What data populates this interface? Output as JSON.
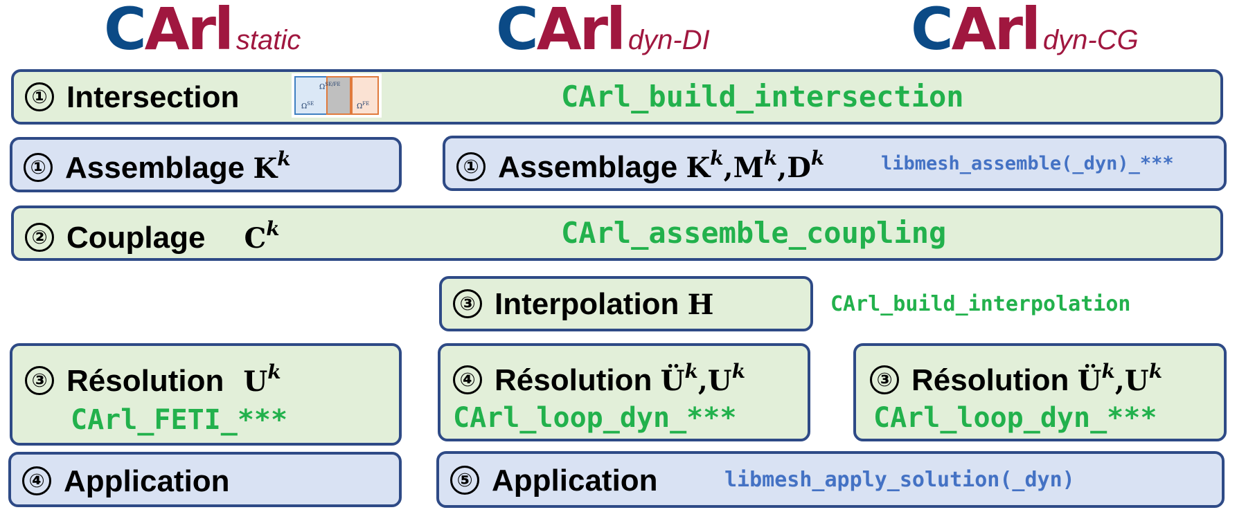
{
  "logos": [
    {
      "c": "C",
      "a": "A",
      "rl": "rl",
      "sub": "static"
    },
    {
      "c": "C",
      "a": "A",
      "rl": "rl",
      "sub": "dyn-DI"
    },
    {
      "c": "C",
      "a": "A",
      "rl": "rl",
      "sub": "dyn-CG"
    }
  ],
  "steps": {
    "intersection": {
      "num": "①",
      "label": "Intersection",
      "code": "CArl_build_intersection",
      "thumb": {
        "omega": "Ω",
        "se": "SE",
        "sefe": "SE/FE",
        "fe": "FE"
      }
    },
    "assemblage_static": {
      "num": "①",
      "label": "Assemblage ",
      "math": "K",
      "sup": "k"
    },
    "assemblage_dyn": {
      "num": "①",
      "label": "Assemblage ",
      "m1": "K",
      "m2": "M",
      "m3": "D",
      "sup": "k",
      "sep": ",",
      "code": "libmesh_assemble(_dyn)_***"
    },
    "couplage": {
      "num": "②",
      "label": "Couplage",
      "math": "C",
      "sup": "k",
      "code": "CArl_assemble_coupling"
    },
    "interpolation": {
      "num": "③",
      "label": "Interpolation ",
      "math": "H",
      "code": "CArl_build_interpolation"
    },
    "resolution_static": {
      "num": "③",
      "label": "Résolution",
      "math": "U",
      "sup": "k",
      "code": "CArl_FETI_***"
    },
    "resolution_di": {
      "num": "④",
      "label": "Résolution ",
      "m1": "Ü",
      "m2": "U",
      "sup": "k",
      "sep": ",",
      "code": "CArl_loop_dyn_***"
    },
    "resolution_cg": {
      "num": "③",
      "label": "Résolution ",
      "m1": "Ü",
      "m2": "U",
      "sup": "k",
      "sep": ",",
      "code": "CArl_loop_dyn_***"
    },
    "application_static": {
      "num": "④",
      "label": "Application"
    },
    "application_dyn": {
      "num": "⑤",
      "label": "Application",
      "code": "libmesh_apply_solution(_dyn)"
    }
  },
  "colors": {
    "box_border": "#2e4a86",
    "green_fill": "#e2efd9",
    "blue_fill": "#d9e2f3",
    "code_green": "#22b14c",
    "code_blue": "#4472c4",
    "logo_blue": "#0b4a86",
    "logo_red": "#a0173f"
  }
}
